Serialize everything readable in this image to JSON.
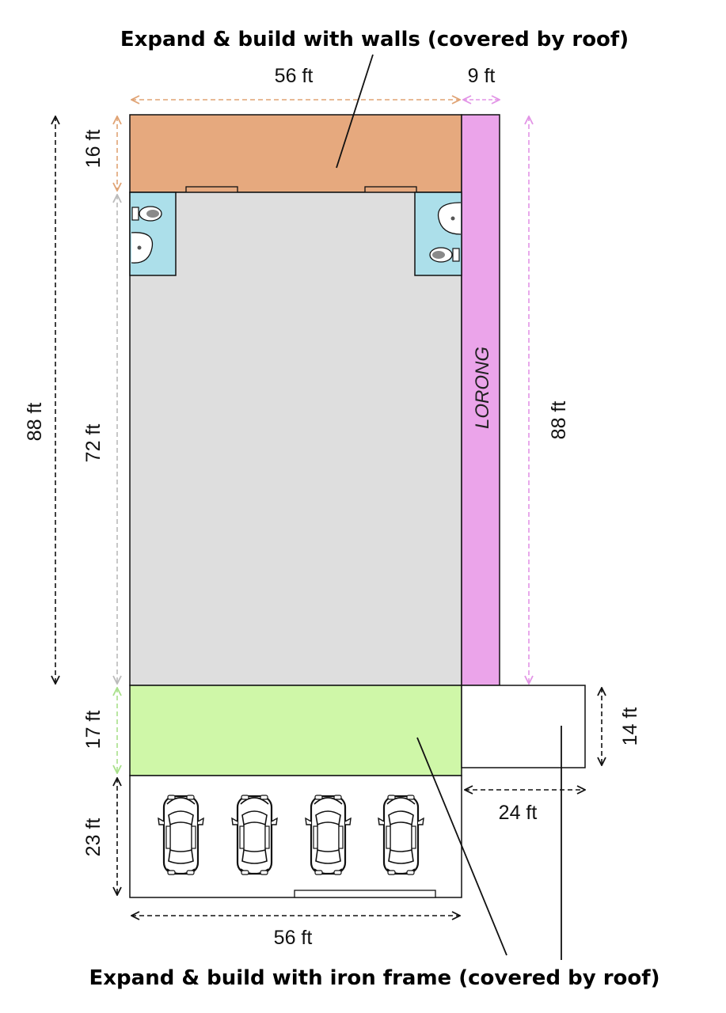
{
  "titles": {
    "top": "Expand & build with walls (covered by roof)",
    "bottom": "Expand & build with iron frame (covered by roof)"
  },
  "labels": {
    "lane": "LORONG"
  },
  "dimensions": {
    "top_width": "56 ft",
    "lane_width": "9 ft",
    "front_depth": "16 ft",
    "main_length": "72 ft",
    "total_length_left": "88 ft",
    "total_length_right": "88 ft",
    "iron_frame_depth": "17 ft",
    "parking_depth": "23 ft",
    "bottom_width": "56 ft",
    "annex_width": "24 ft",
    "annex_depth": "14 ft"
  },
  "colors": {
    "walls_zone": "#e6a97e",
    "main_floor": "#dedede",
    "lane": "#eba4ea",
    "iron_frame_zone": "#cff7a8",
    "toilets": "#acdfea",
    "dim_top": "#e6a97e",
    "dim_lane": "#e294e6",
    "dim_main": "#bbbbbb",
    "dim_green": "#a8e08a",
    "dim_black": "#111111"
  },
  "icons": {
    "car": "car-topview-icon",
    "toilet": "toilet-icon",
    "sink": "sink-icon"
  },
  "parking": {
    "cars": 4
  }
}
